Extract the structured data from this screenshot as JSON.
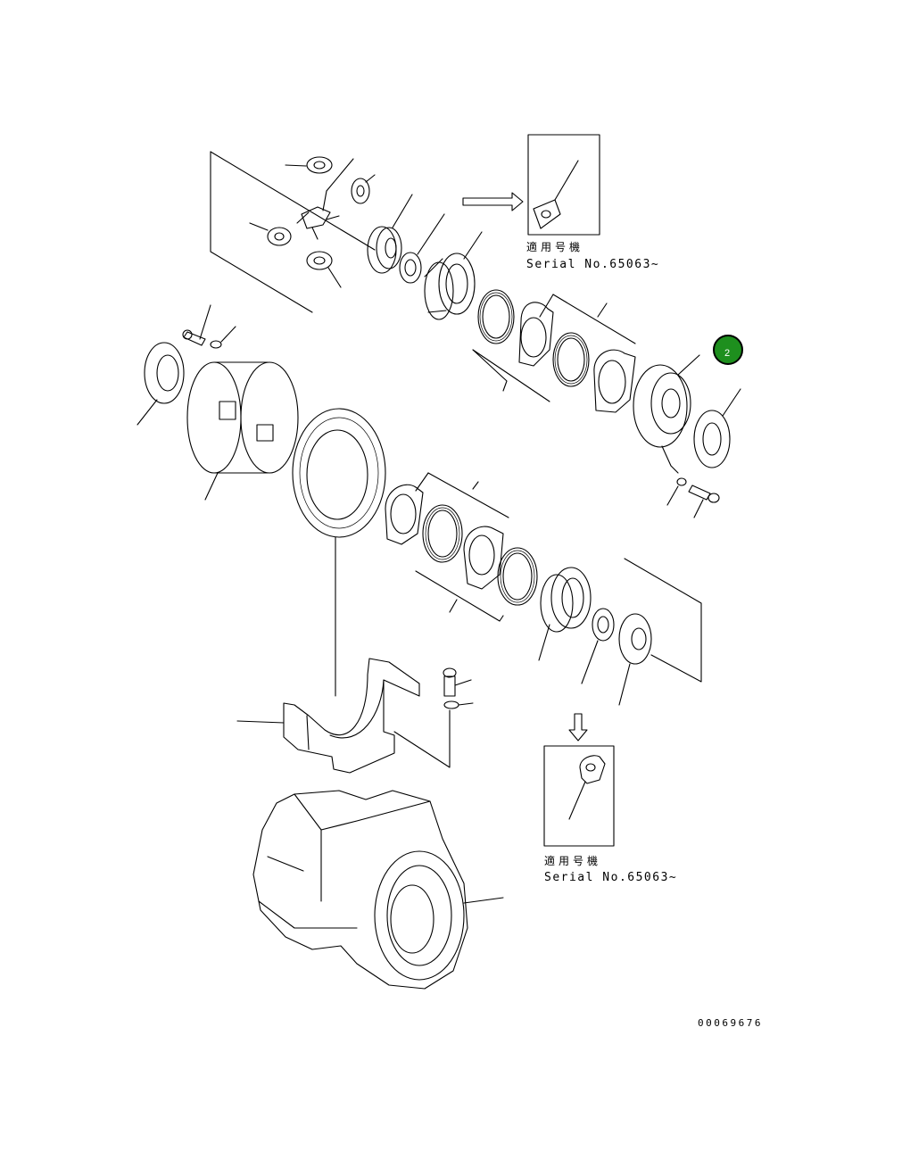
{
  "inset_top": {
    "applicability_label": "適用号機",
    "serial_label": "Serial No.65063~"
  },
  "inset_bottom": {
    "applicability_label": "適用号機",
    "serial_label": "Serial No.65063~"
  },
  "callout_badge": {
    "label": "2",
    "color": "#1e8f1e"
  },
  "drawing_number": "00069676"
}
